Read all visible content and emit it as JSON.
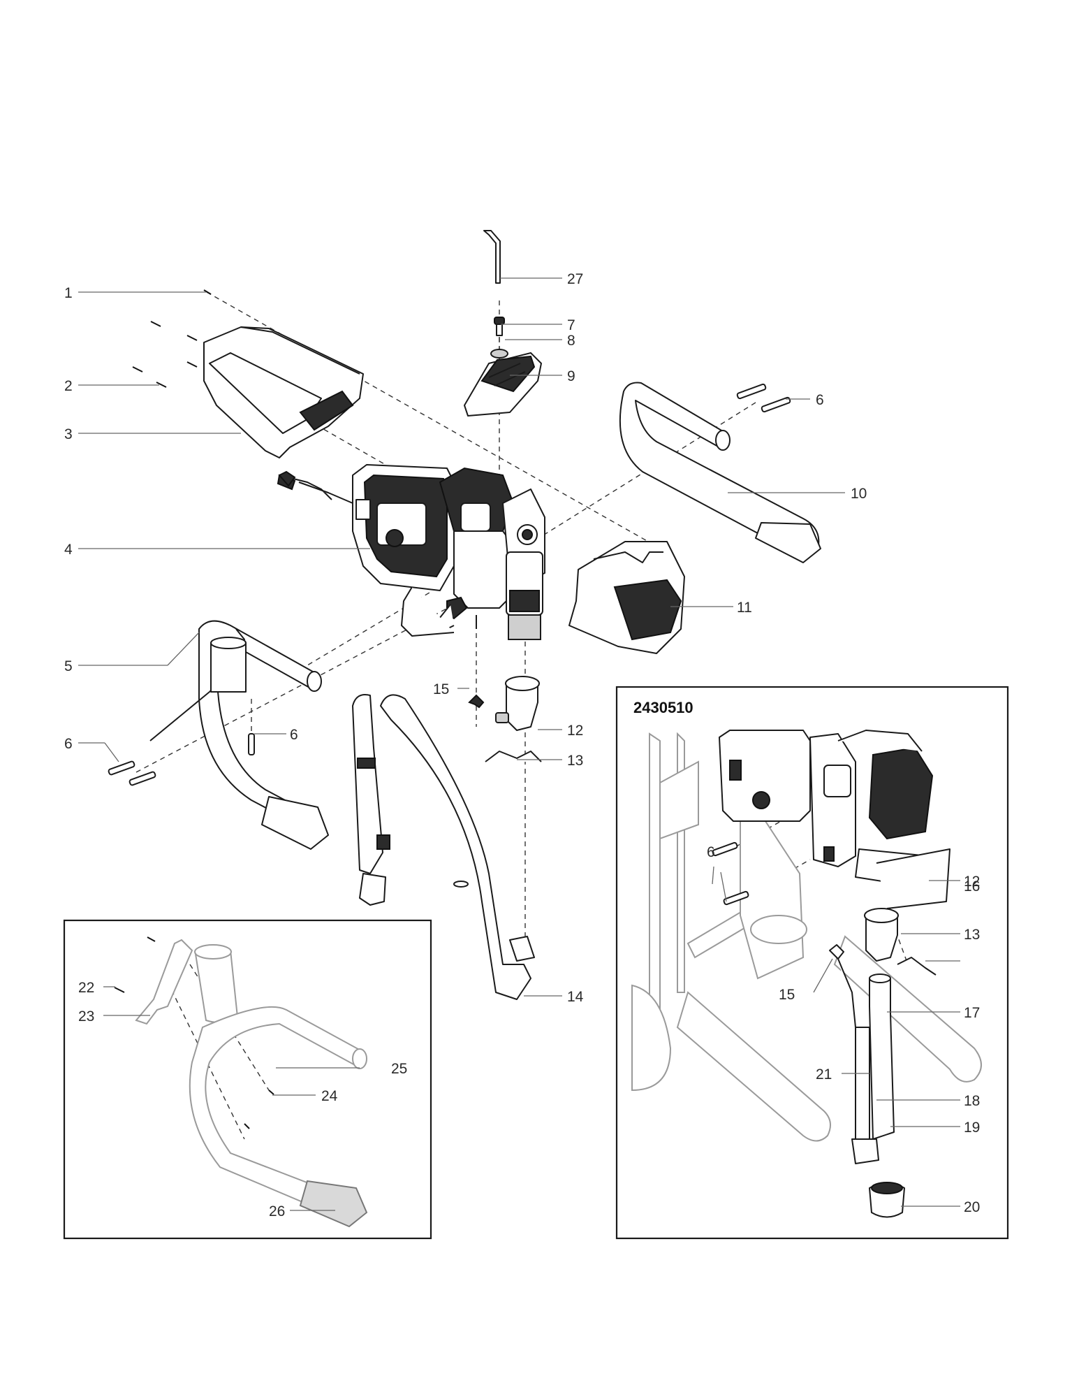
{
  "inset_right": {
    "title": "2430510"
  },
  "callouts": [
    {
      "id": "c1",
      "text": "1"
    },
    {
      "id": "c2",
      "text": "2"
    },
    {
      "id": "c3",
      "text": "3"
    },
    {
      "id": "c4",
      "text": "4"
    },
    {
      "id": "c5",
      "text": "5"
    },
    {
      "id": "c6a",
      "text": "6"
    },
    {
      "id": "c6b",
      "text": "6"
    },
    {
      "id": "c6c",
      "text": "6"
    },
    {
      "id": "c6d",
      "text": "6"
    },
    {
      "id": "c7",
      "text": "7"
    },
    {
      "id": "c8",
      "text": "8"
    },
    {
      "id": "c9",
      "text": "9"
    },
    {
      "id": "c10",
      "text": "10"
    },
    {
      "id": "c11",
      "text": "11"
    },
    {
      "id": "c12a",
      "text": "12"
    },
    {
      "id": "c12b",
      "text": "12"
    },
    {
      "id": "c13a",
      "text": "13"
    },
    {
      "id": "c13b",
      "text": "13"
    },
    {
      "id": "c14",
      "text": "14"
    },
    {
      "id": "c15a",
      "text": "15"
    },
    {
      "id": "c15b",
      "text": "15"
    },
    {
      "id": "c16",
      "text": "16"
    },
    {
      "id": "c17",
      "text": "17"
    },
    {
      "id": "c18",
      "text": "18"
    },
    {
      "id": "c19",
      "text": "19"
    },
    {
      "id": "c20",
      "text": "20"
    },
    {
      "id": "c21",
      "text": "21"
    },
    {
      "id": "c22",
      "text": "22"
    },
    {
      "id": "c23",
      "text": "23"
    },
    {
      "id": "c24",
      "text": "24"
    },
    {
      "id": "c25",
      "text": "25"
    },
    {
      "id": "c26",
      "text": "26"
    },
    {
      "id": "c27",
      "text": "27"
    }
  ]
}
